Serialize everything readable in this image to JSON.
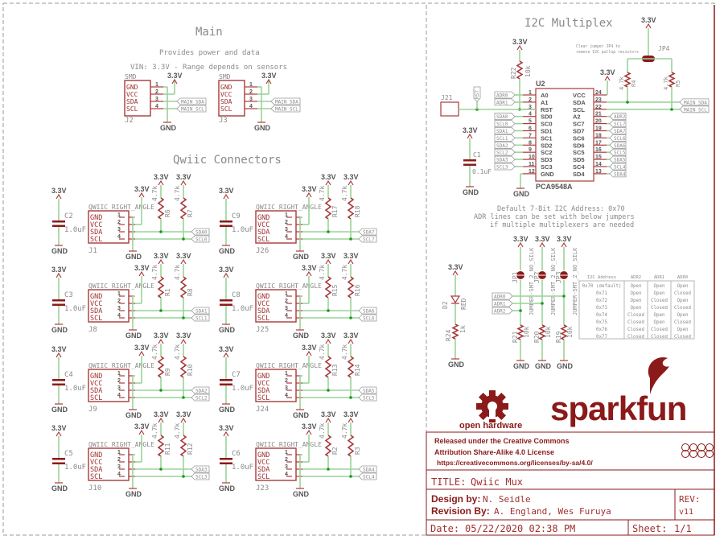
{
  "main": {
    "title": "Main",
    "line1": "Provides power and data",
    "line2": "VIN: 3.3V - Range depends on sensors",
    "connectors": [
      {
        "ref": "J2",
        "pkg": "SMD",
        "nets": [
          "MAIN_SDA",
          "MAIN_SCL"
        ]
      },
      {
        "ref": "J3",
        "pkg": "SMD",
        "nets": [
          "MAIN_SDA",
          "MAIN_SCL"
        ]
      }
    ]
  },
  "qwiic": {
    "title": "Qwiic Connectors",
    "pkg": "QWIIC_RIGHT_ANGLE",
    "cap_value": "1.0uF",
    "res_value": "4.7k",
    "pins": [
      "GND",
      "VCC",
      "SDA",
      "SCL"
    ],
    "pin_numbers": [
      "1",
      "2",
      "3",
      "4"
    ],
    "blocks": [
      {
        "ref": "J1",
        "cap": "C2",
        "r1": "R6",
        "r2": "R7",
        "sda": "SDA0",
        "scl": "SCL0"
      },
      {
        "ref": "J8",
        "cap": "C3",
        "r1": "R1",
        "r2": "R8",
        "sda": "SDA1",
        "scl": "SCL1"
      },
      {
        "ref": "J9",
        "cap": "C4",
        "r1": "R9",
        "r2": "R10",
        "sda": "SDA2",
        "scl": "SCL2"
      },
      {
        "ref": "J10",
        "cap": "C5",
        "r1": "R11",
        "r2": "R12",
        "sda": "SDA3",
        "scl": "SCL3"
      },
      {
        "ref": "J26",
        "cap": "C9",
        "r1": "R17",
        "r2": "R18",
        "sda": "SDA7",
        "scl": "SCL7"
      },
      {
        "ref": "J25",
        "cap": "C8",
        "r1": "R15",
        "r2": "R16",
        "sda": "SDA6",
        "scl": "SCL6"
      },
      {
        "ref": "J24",
        "cap": "C7",
        "r1": "R13",
        "r2": "R14",
        "sda": "SDA5",
        "scl": "SCL5"
      },
      {
        "ref": "J23",
        "cap": "C6",
        "r1": "R2",
        "r2": "R3",
        "sda": "SDA4",
        "scl": "SCL4"
      }
    ]
  },
  "power": {
    "vcc": "3.3V",
    "gnd": "GND"
  },
  "mux": {
    "title": "I2C Multiplex",
    "ic_ref": "U2",
    "ic_part": "PCA9548A",
    "left_pins": [
      {
        "n": "1",
        "name": "A0",
        "net": "ADR0"
      },
      {
        "n": "2",
        "name": "A1",
        "net": "ADR1"
      },
      {
        "n": "3",
        "name": "RST",
        "net": ""
      },
      {
        "n": "4",
        "name": "SD0",
        "net": "SDA0"
      },
      {
        "n": "5",
        "name": "SC0",
        "net": "SCL0"
      },
      {
        "n": "6",
        "name": "SD1",
        "net": "SDA1"
      },
      {
        "n": "7",
        "name": "SC1",
        "net": "SCL1"
      },
      {
        "n": "8",
        "name": "SD2",
        "net": "SDA2"
      },
      {
        "n": "9",
        "name": "SC2",
        "net": "SCL2"
      },
      {
        "n": "10",
        "name": "SD3",
        "net": "SDA3"
      },
      {
        "n": "11",
        "name": "SC3",
        "net": "SCL3"
      },
      {
        "n": "12",
        "name": "GND",
        "net": ""
      }
    ],
    "right_pins": [
      {
        "n": "24",
        "name": "VCC",
        "net": ""
      },
      {
        "n": "23",
        "name": "SDA",
        "net": "MAIN_SDA"
      },
      {
        "n": "22",
        "name": "SCL",
        "net": "MAIN_SCL"
      },
      {
        "n": "21",
        "name": "A2",
        "net": "ADR2"
      },
      {
        "n": "20",
        "name": "SC7",
        "net": "SCL7"
      },
      {
        "n": "19",
        "name": "SD7",
        "net": "SDA7"
      },
      {
        "n": "18",
        "name": "SC6",
        "net": "SCL6"
      },
      {
        "n": "17",
        "name": "SD6",
        "net": "SDA6"
      },
      {
        "n": "16",
        "name": "SC5",
        "net": "SCL5"
      },
      {
        "n": "15",
        "name": "SD5",
        "net": "SDA5"
      },
      {
        "n": "14",
        "name": "SC4",
        "net": "SCL4"
      },
      {
        "n": "13",
        "name": "SD4",
        "net": "SDA4"
      }
    ],
    "r22": {
      "ref": "R22",
      "value": "10k"
    },
    "j21": "J21",
    "rst_label": "RST",
    "c1": {
      "ref": "C1",
      "value": "0.1uF"
    },
    "jp4": {
      "ref": "JP4",
      "note1": "Clear jumper JP4 to",
      "note2": "remove I2C pullup resistors"
    },
    "r4": {
      "ref": "R4",
      "value": "4.7k"
    },
    "r5": {
      "ref": "R5",
      "value": "4.7k"
    }
  },
  "addr": {
    "note": [
      "Default 7-Bit I2C Address: 0x70",
      "ADR lines can be set with below jumpers",
      "if multiple multiplexers are needed"
    ],
    "jumpers": [
      {
        "ref": "JP1",
        "part": "JUMPER-SMT_2_NO_SILK",
        "res": "R21",
        "net": "ADR2"
      },
      {
        "ref": "JP2",
        "part": "JUMPER-SMT_2_NO_SILK",
        "res": "R20",
        "net": "ADR1"
      },
      {
        "ref": "JP3",
        "part": "JUMPER-SMT_2_NO_SILK",
        "res": "R19",
        "net": "ADR0"
      }
    ],
    "res_value": "10k",
    "led": {
      "ref": "D2",
      "color": "RED",
      "res": "R24",
      "res_value": "1k"
    },
    "table": {
      "headers": [
        "I2C Address",
        "ADR2",
        "ADR1",
        "ADR0"
      ],
      "rows": [
        [
          "0x70 (default)",
          "Open",
          "Open",
          "Open"
        ],
        [
          "0x71",
          "Open",
          "Open",
          "Closed"
        ],
        [
          "0x72",
          "Open",
          "Closed",
          "Open"
        ],
        [
          "0x73",
          "Open",
          "Closed",
          "Closed"
        ],
        [
          "0x74",
          "Closed",
          "Open",
          "Open"
        ],
        [
          "0x75",
          "Closed",
          "Open",
          "Closed"
        ],
        [
          "0x76",
          "Closed",
          "Closed",
          "Open"
        ],
        [
          "0x77",
          "Closed",
          "Closed",
          "Closed"
        ]
      ]
    }
  },
  "logos": {
    "oshw": "open hardware",
    "brand": "sparkfun"
  },
  "titleblock": {
    "license1": "Released under the Creative Commons",
    "license2": "Attribution Share-Alike 4.0 License",
    "license_url": "https://creativecommons.org/licenses/by-sa/4.0/",
    "title_label": "TITLE:",
    "title": "Qwiic Mux",
    "design_label": "Design by:",
    "designer": "N. Seidle",
    "revision_label": "Revision By:",
    "revisers": "A. England, Wes Furuya",
    "rev_label": "REV:",
    "rev": "v11",
    "date_label": "Date:",
    "date": "05/22/2020 02:38 PM",
    "sheet_label": "Sheet:",
    "sheet": "1/1"
  },
  "colors": {
    "wire": "#9ad49a",
    "part": "#a83a3a",
    "text": "#8a8a8a",
    "frame": "#8b1a1a"
  }
}
